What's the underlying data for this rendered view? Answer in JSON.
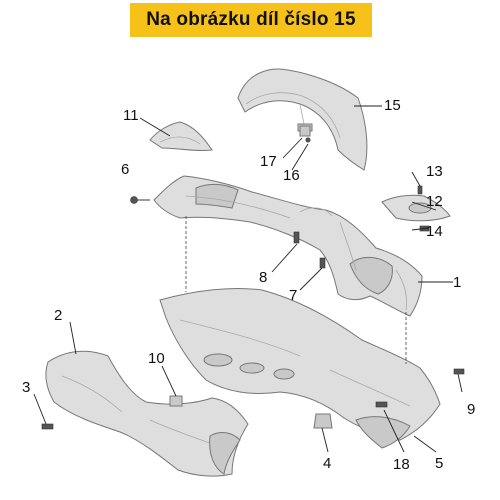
{
  "header": {
    "title": "Na obrázku díl číslo 15",
    "accent_color": "#f6c21a"
  },
  "callouts": {
    "c1": "1",
    "c2": "2",
    "c3": "3",
    "c4": "4",
    "c5": "5",
    "c6": "6",
    "c7": "7",
    "c8": "8",
    "c9": "9",
    "c10": "10",
    "c11": "11",
    "c12": "12",
    "c13": "13",
    "c14": "14",
    "c15": "15",
    "c16": "16",
    "c17": "17",
    "c18": "18"
  }
}
